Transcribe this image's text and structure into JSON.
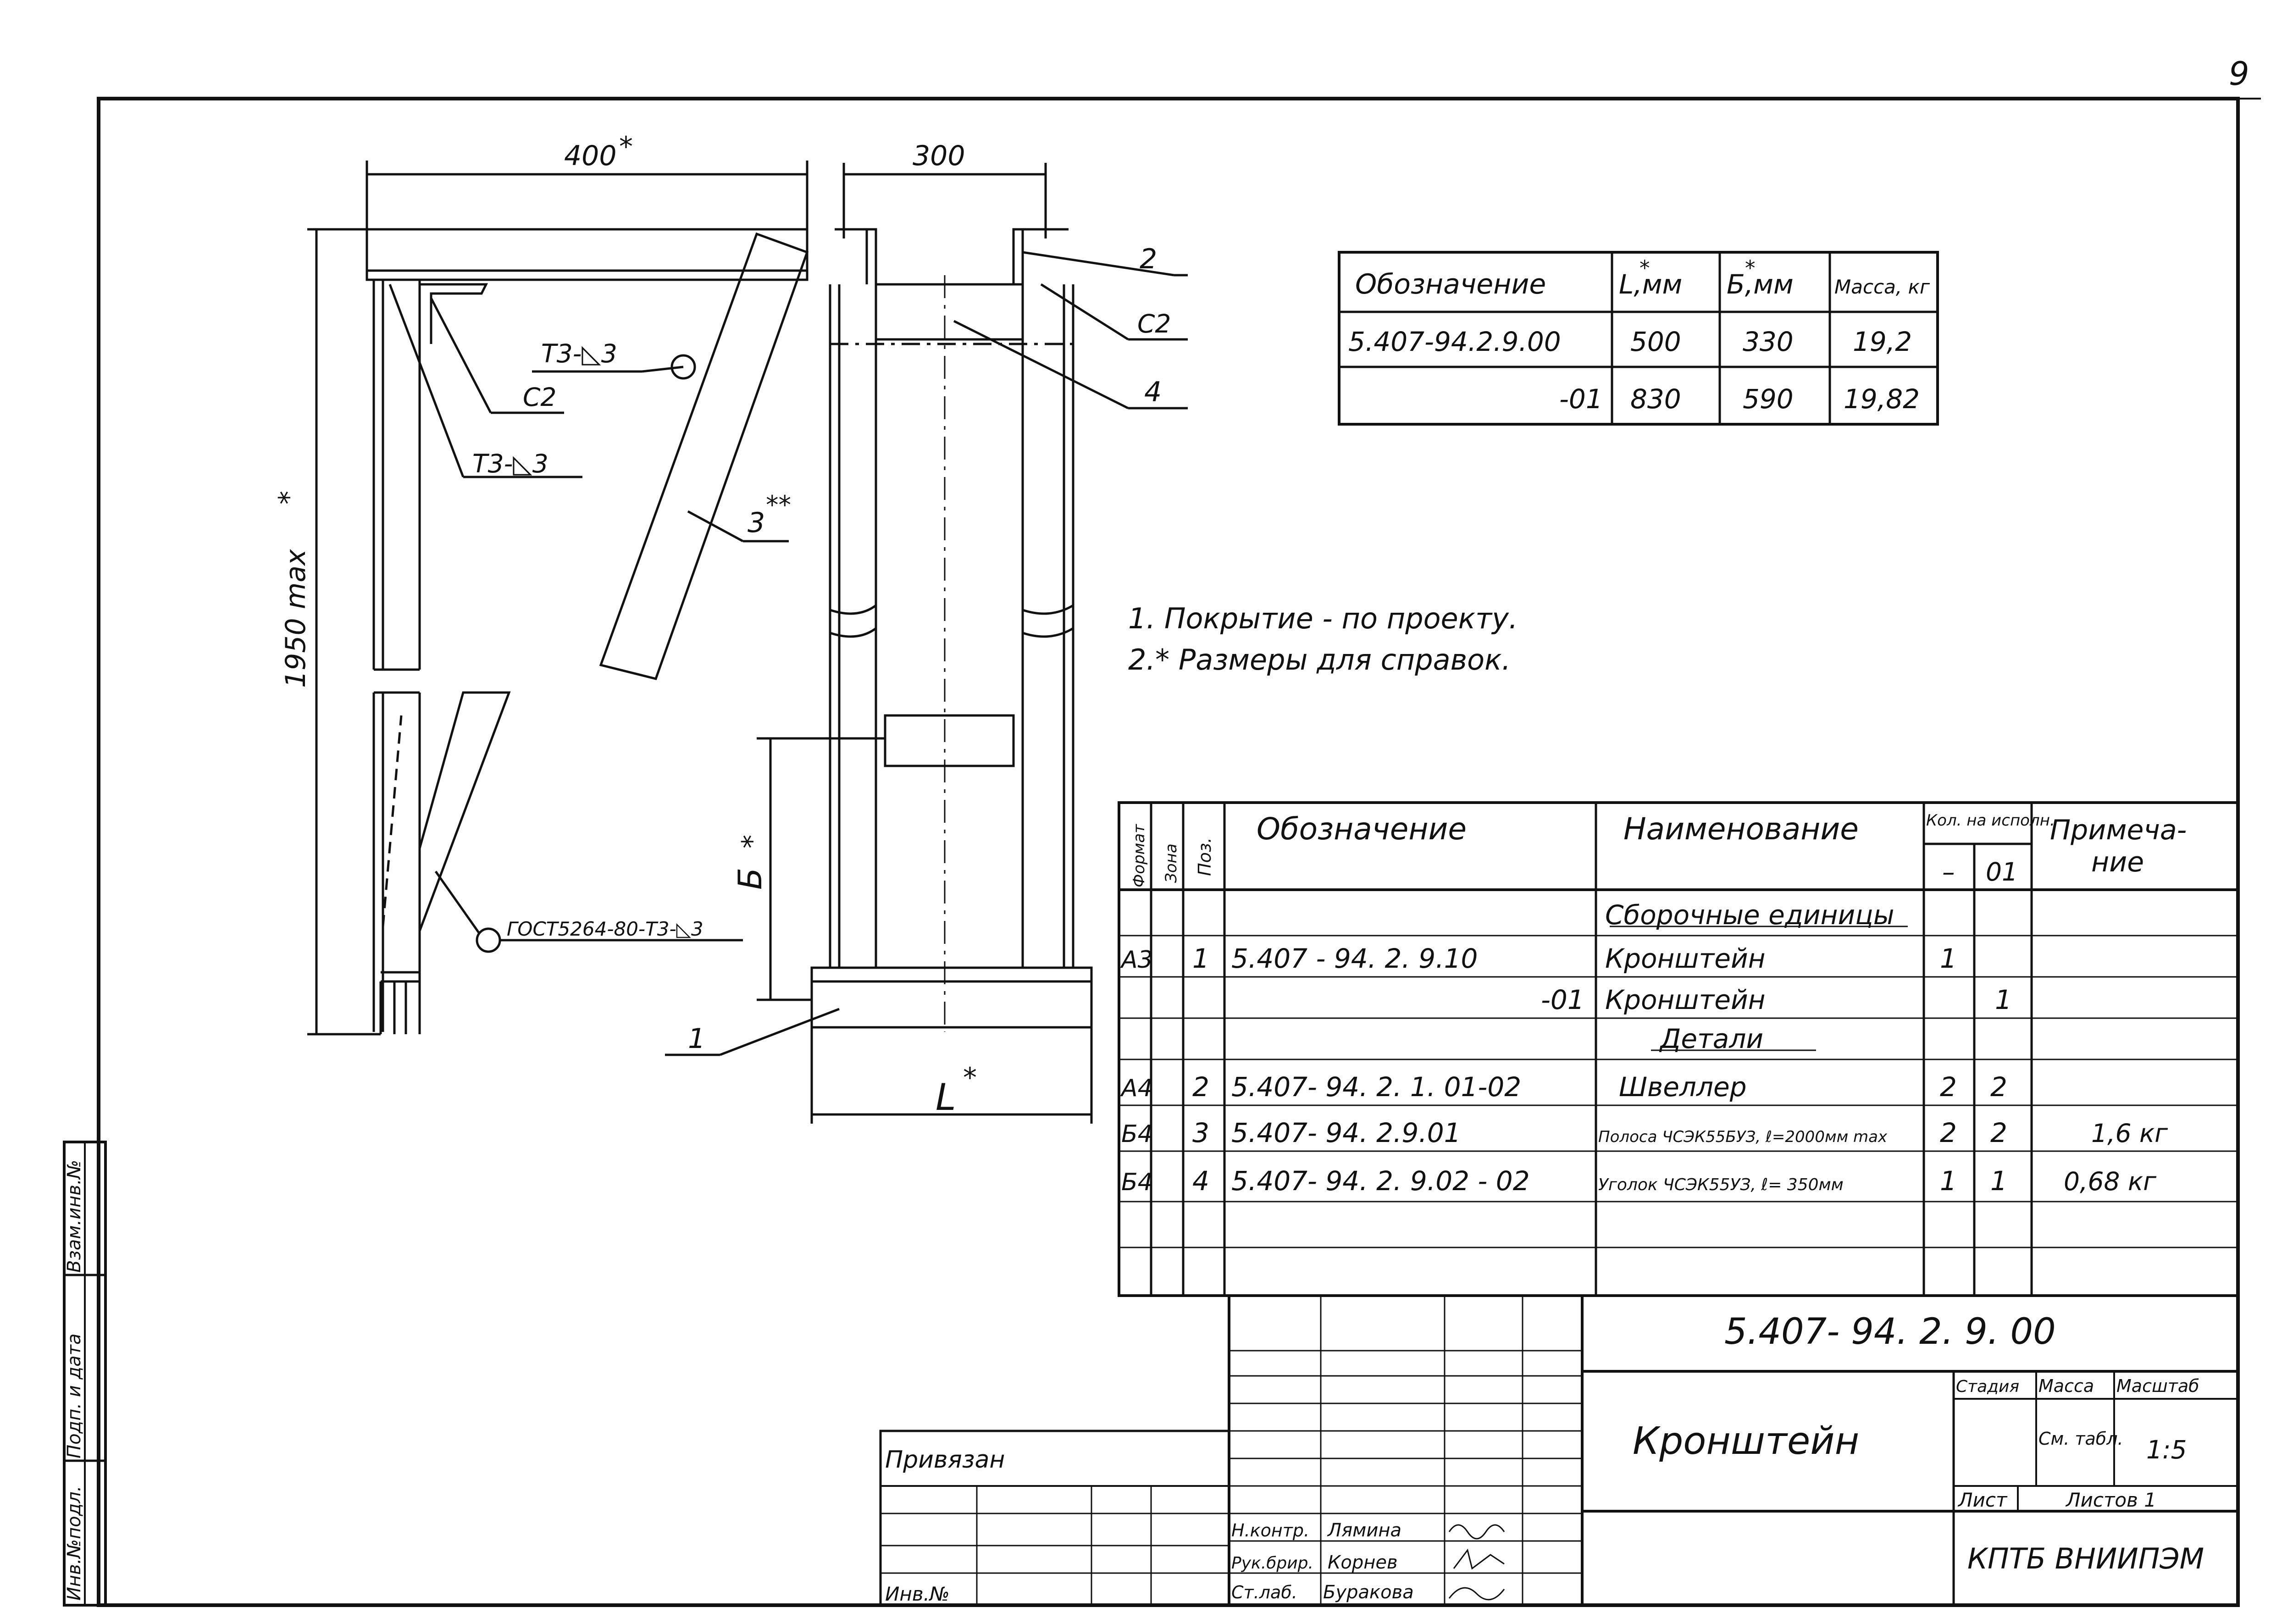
{
  "page_number": "9",
  "drawing": {
    "dims": {
      "top_width": "400",
      "top_width_star": "*",
      "side_width": "300",
      "height": "1950 max",
      "height_star": "*",
      "b_dim": "Б",
      "b_star": "*",
      "l_dim": "L",
      "l_star": "*"
    },
    "callouts": {
      "weld_top": "Т3-◺3",
      "c2_left": "С2",
      "weld_mid": "Т3-◺3",
      "part_3": "3",
      "part_3_stars": "**",
      "gost": "ГОСТ5264-80-Т3-◺3",
      "part_1": "1",
      "part_2": "2",
      "c2_right": "С2",
      "part_4": "4"
    }
  },
  "variants_table": {
    "headers": [
      "Обозначение",
      "L,мм",
      "Б,мм",
      "Масса, кг"
    ],
    "header_stars": [
      "",
      "*",
      "*",
      ""
    ],
    "rows": [
      [
        "5.407-94.2.9.00",
        "500",
        "330",
        "19,2"
      ],
      [
        "-01",
        "830",
        "590",
        "19,82"
      ]
    ]
  },
  "notes": [
    "1. Покрытие - по проекту.",
    "2.* Размеры для справок."
  ],
  "spec": {
    "headers": {
      "format": "Формат",
      "zone": "Зона",
      "pos": "Поз.",
      "designation": "Обозначение",
      "name": "Наименование",
      "qty": "Кол. на исполн.",
      "qty_a": "–",
      "qty_b": "01",
      "note_line1": "Примеча-",
      "note_line2": "ние"
    },
    "rows": [
      {
        "format": "",
        "zone": "",
        "pos": "",
        "designation": "",
        "name": "Сборочные единицы",
        "q1": "",
        "q2": "",
        "note": ""
      },
      {
        "format": "А3",
        "zone": "",
        "pos": "1",
        "designation": "5.407 - 94. 2. 9.10",
        "name": "Кронштейн",
        "q1": "1",
        "q2": "",
        "note": ""
      },
      {
        "format": "",
        "zone": "",
        "pos": "",
        "designation": "-01",
        "name": "Кронштейн",
        "q1": "",
        "q2": "1",
        "note": ""
      },
      {
        "format": "",
        "zone": "",
        "pos": "",
        "designation": "",
        "name": "Детали",
        "q1": "",
        "q2": "",
        "note": ""
      },
      {
        "format": "А4",
        "zone": "",
        "pos": "2",
        "designation": "5.407- 94. 2. 1. 01-02",
        "name": "Швеллер",
        "q1": "2",
        "q2": "2",
        "note": ""
      },
      {
        "format": "Б4",
        "zone": "",
        "pos": "3",
        "designation": "5.407- 94. 2.9.01",
        "name": "Полоса ЧСЭК55БУЗ, ℓ=2000мм max",
        "q1": "2",
        "q2": "2",
        "note": "1,6 кг"
      },
      {
        "format": "Б4",
        "zone": "",
        "pos": "4",
        "designation": "5.407- 94. 2. 9.02 - 02",
        "name": "Уголок ЧСЭК55УЗ, ℓ= 350мм",
        "q1": "1",
        "q2": "1",
        "note": "0,68 кг"
      }
    ]
  },
  "title_block": {
    "code": "5.407- 94. 2. 9. 00",
    "title": "Кронштейн",
    "stage_label": "Стадия",
    "mass_label": "Масса",
    "scale_label": "Масштаб",
    "mass_value": "См. табл.",
    "scale_value": "1:5",
    "sheet_label": "Лист",
    "sheets_label": "Листов 1",
    "org": "КПТБ ВНИИПЭМ",
    "signatures": [
      {
        "role": "Н.контр.",
        "name": "Лямина"
      },
      {
        "role": "Рук.брир.",
        "name": "Корнев"
      },
      {
        "role": "Ст.лаб.",
        "name": "Буракова"
      }
    ],
    "bound_label": "Привязан",
    "inv_label": "Инв.№"
  },
  "side_strip": {
    "labels": [
      "Инв.№подл.",
      "Подп. и дата",
      "Взам.инв.№"
    ]
  }
}
